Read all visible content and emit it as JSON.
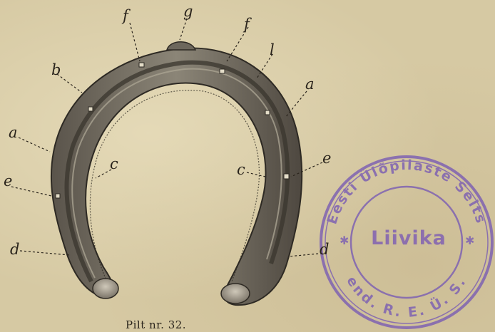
{
  "figure": {
    "caption": "Pilt nr. 32.",
    "labels": {
      "f_left": "f",
      "g": "g",
      "f_right": "f",
      "l": "l",
      "a_right": "a",
      "b": "b",
      "a_left": "a",
      "c_left": "c",
      "c_right": "c",
      "e_left": "e",
      "e_right": "e",
      "d_left": "d",
      "d_right": "d"
    }
  },
  "stamp": {
    "ring_text": "Eesti Ülõpilaste Selts",
    "bottom_text": "end. R. E. Ü. S.",
    "center_text": "Liivika",
    "color": "#7c5fb3"
  },
  "colors": {
    "paper": "#d6c9a3",
    "ink": "#2a241c"
  }
}
